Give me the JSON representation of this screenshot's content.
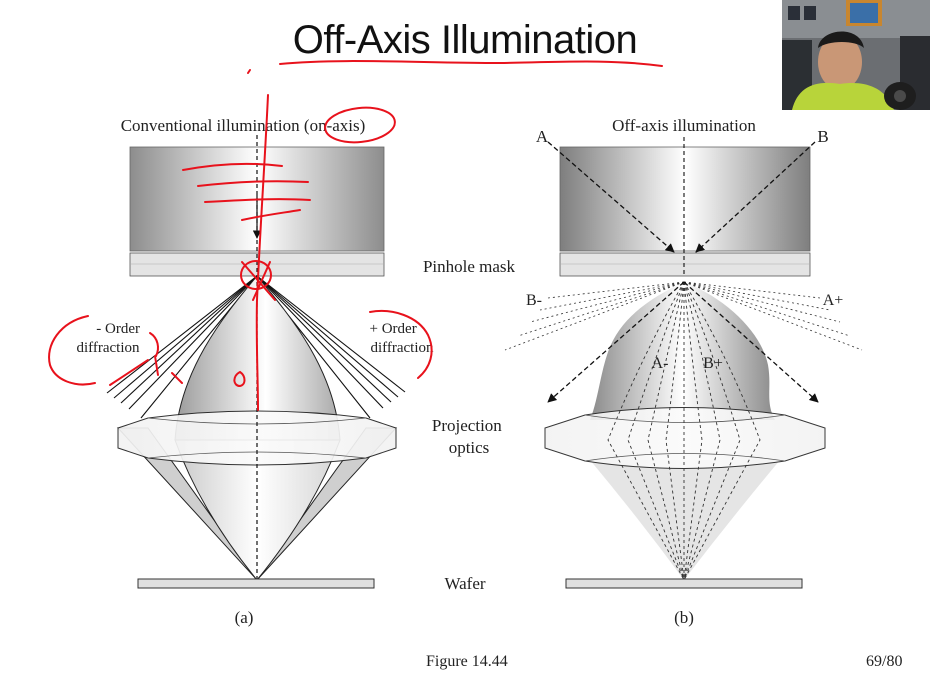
{
  "title": "Off-Axis Illumination",
  "figure_label": "Figure 14.44",
  "page_number": "69/80",
  "left": {
    "heading": "Conventional illumination (on-axis)",
    "neg_order": [
      "- Order",
      "diffraction"
    ],
    "pos_order": [
      "+ Order",
      "diffraction"
    ],
    "caption": "(a)"
  },
  "right": {
    "heading": "Off-axis illumination",
    "ray_a": "A",
    "ray_b": "B",
    "b_minus": "B-",
    "a_plus": "A+",
    "a_minus": "A-",
    "b_plus": "B+",
    "caption": "(b)"
  },
  "center_labels": {
    "mask": "Pinhole mask",
    "optics": [
      "Projection",
      "optics"
    ],
    "wafer": "Wafer"
  },
  "colors": {
    "annotation": "#e8121c",
    "ink": "#222222"
  }
}
